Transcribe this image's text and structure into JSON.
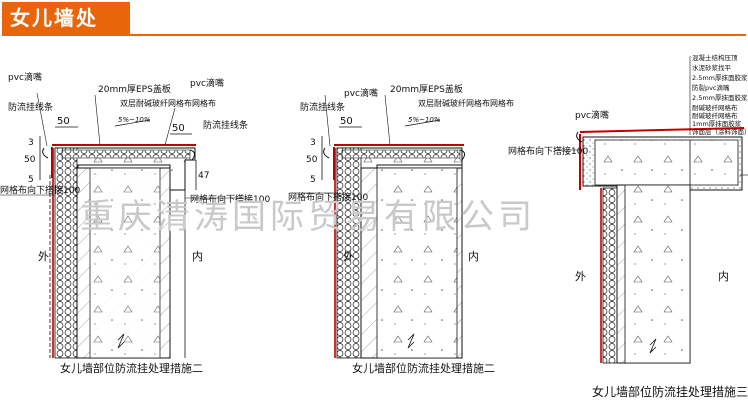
{
  "header": {
    "title": "女儿墙处"
  },
  "watermark": "重庆清涛国际贸易有限公司",
  "colors": {
    "accent": "#e8650a",
    "insulation_red": "#c00000",
    "line": "#111111"
  },
  "panel1": {
    "labels": {
      "drip": "pvc滴嘴",
      "eps": "20mm厚EPS盖板",
      "mesh_top": "双层耐碱玻纤网格布网格布",
      "slope": "5%~10%",
      "drip_left": "防流挂线条",
      "drip_right": "防流挂线条",
      "pvc": "pvc滴嘴",
      "dim_50a": "50",
      "dim_50b": "50",
      "dim_3": "3",
      "dim_50c": "50",
      "dim_5": "5",
      "dim_47": "47",
      "mesh_left": "网格布向下搭接100",
      "mesh_right": "网格布向下搭接100",
      "outside": "外",
      "inside": "内",
      "caption": "女儿墙部位防流挂处理措施二"
    }
  },
  "panel2": {
    "labels": {
      "drip": "pvc滴嘴",
      "eps": "20mm厚EPS盖板",
      "drip_line": "防流挂线条",
      "mesh_top": "双层耐碱玻纤网格布网格布",
      "slope": "5%~10%",
      "dim_50a": "50",
      "dim_3": "3",
      "dim_50c": "50",
      "dim_5": "5",
      "mesh_left": "网格布向下搭接100",
      "outside": "外",
      "inside": "内",
      "caption": "女儿墙部位防流挂处理措施二"
    }
  },
  "panel3": {
    "labels": {
      "drip": "pvc滴嘴",
      "mesh_left": "网格布向下搭接100",
      "outside": "外",
      "inside": "内",
      "caption": "女儿墙部位防流挂处理措施三"
    },
    "legend": [
      "混凝土结构压顶",
      "水泥砂浆找平",
      "2.5mm厚抹面胶浆",
      "防裂pvc滴嘴",
      "2.5mm厚抹面胶浆",
      "耐碱玻纤网格布",
      "耐碱玻纤网格布",
      "1mm厚抹面胶浆",
      "饰面层（涂料饰面）"
    ]
  }
}
